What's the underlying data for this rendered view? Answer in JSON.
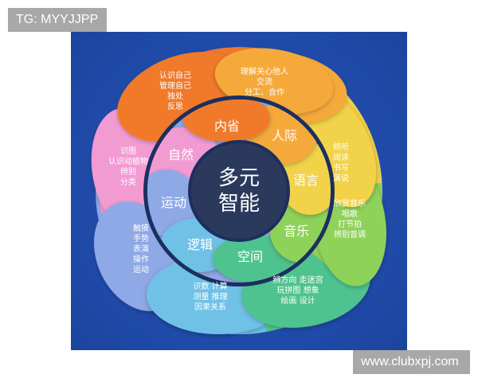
{
  "watermarks": {
    "top_left": "TG: MYYJJPP",
    "bottom_right": "www.clubxpj.com"
  },
  "diagram": {
    "title_line1": "多元",
    "title_line2": "智能",
    "colors": {
      "background": "#1f4aa8",
      "center": "#2b3a5c",
      "ring_border": "#1c2f5e"
    },
    "intelligences": [
      {
        "name": "内省",
        "color": "#f07a2c",
        "activities": [
          "认识自己",
          "管理自己",
          "独处",
          "反思"
        ]
      },
      {
        "name": "人际",
        "color": "#f5a93a",
        "activities": [
          "理解关心他人",
          "交流",
          "分工、合作"
        ]
      },
      {
        "name": "语言",
        "color": "#f2d24a",
        "activities": [
          "倾听",
          "阅读",
          "书写",
          "演说"
        ]
      },
      {
        "name": "音乐",
        "color": "#8fd25a",
        "activities": [
          "欣赏音乐",
          "唱歌",
          "打节拍",
          "辨别音调"
        ]
      },
      {
        "name": "空间",
        "color": "#4fc38f",
        "activities": [
          "辨方向 走迷宫",
          "玩拼图 想象",
          "绘画 设计"
        ]
      },
      {
        "name": "逻辑",
        "color": "#6fc1e6",
        "activities": [
          "识数 计算",
          "测量 推理",
          "因果关系"
        ]
      },
      {
        "name": "运动",
        "color": "#8fa8e6",
        "activities": [
          "触摸",
          "手势",
          "表演",
          "操作",
          "运动"
        ]
      },
      {
        "name": "自然",
        "color": "#f29bd3",
        "activities": [
          "识图",
          "认识动植物",
          "辨别",
          "分类"
        ]
      }
    ]
  }
}
